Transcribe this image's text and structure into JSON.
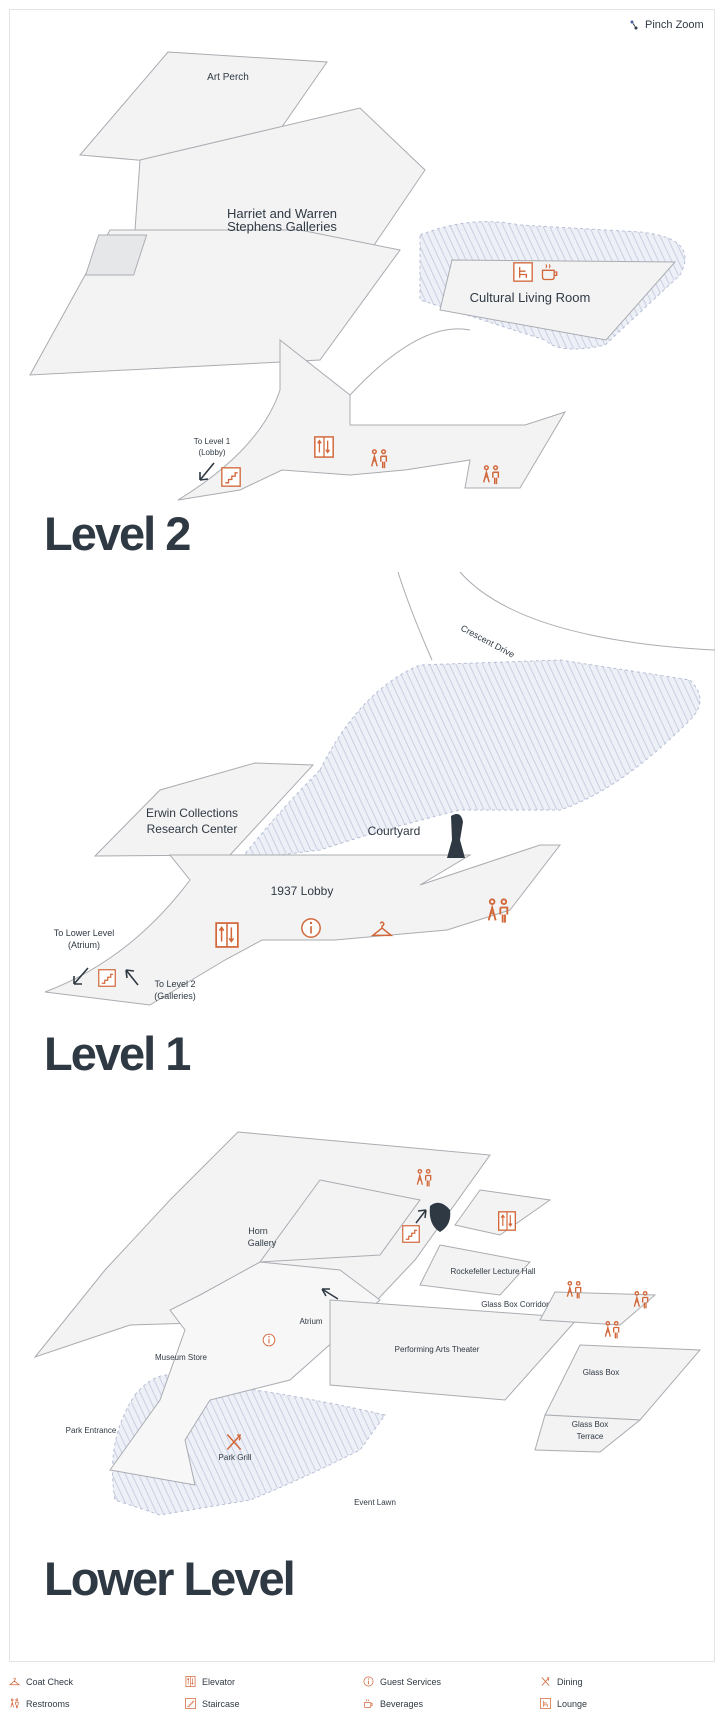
{
  "header": {
    "pinch_zoom_label": "Pinch Zoom"
  },
  "levels": {
    "level2": {
      "title": "Level 2",
      "art_perch": "Art Perch",
      "galleries_line1": "Harriet and Warren",
      "galleries_line2": "Stephens Galleries",
      "cultural_living_room": "Cultural Living Room",
      "to_level1_line1": "To Level 1",
      "to_level1_line2": "(Lobby)"
    },
    "level1": {
      "title": "Level 1",
      "crescent_drive": "Crescent Drive",
      "research_line1": "Erwin Collections",
      "research_line2": "Research Center",
      "courtyard": "Courtyard",
      "lobby": "1937 Lobby",
      "to_lower_line1": "To Lower Level",
      "to_lower_line2": "(Atrium)",
      "to_level2_line1": "To Level 2",
      "to_level2_line2": "(Galleries)"
    },
    "lower": {
      "title": "Lower Level",
      "horn_line1": "Horn",
      "horn_line2": "Gallery",
      "rockefeller": "Rockefeller Lecture Hall",
      "glass_box_corridor": "Glass Box Corridor",
      "atrium": "Atrium",
      "museum_store": "Museum Store",
      "performing_arts": "Performing Arts Theater",
      "glass_box": "Glass Box",
      "terrace_line1": "Glass Box",
      "terrace_line2": "Terrace",
      "park_entrance": "Park Entrance",
      "park_grill": "Park Grill",
      "event_lawn": "Event Lawn"
    }
  },
  "legend": [
    {
      "label": "Coat Check",
      "icon": "hanger-icon"
    },
    {
      "label": "Elevator",
      "icon": "elevator-icon"
    },
    {
      "label": "Guest Services",
      "icon": "info-icon"
    },
    {
      "label": "Dining",
      "icon": "fork-knife-icon"
    },
    {
      "label": "Restrooms",
      "icon": "restroom-icon"
    },
    {
      "label": "Staircase",
      "icon": "stairs-icon"
    },
    {
      "label": "Beverages",
      "icon": "coffee-icon"
    },
    {
      "label": "Lounge",
      "icon": "chair-icon"
    }
  ],
  "colors": {
    "accent": "#d2673a",
    "text": "#2f3943",
    "floor_fill": "#f3f3f4",
    "outline": "#a9acb1",
    "hatch": "#c9cfe0"
  }
}
